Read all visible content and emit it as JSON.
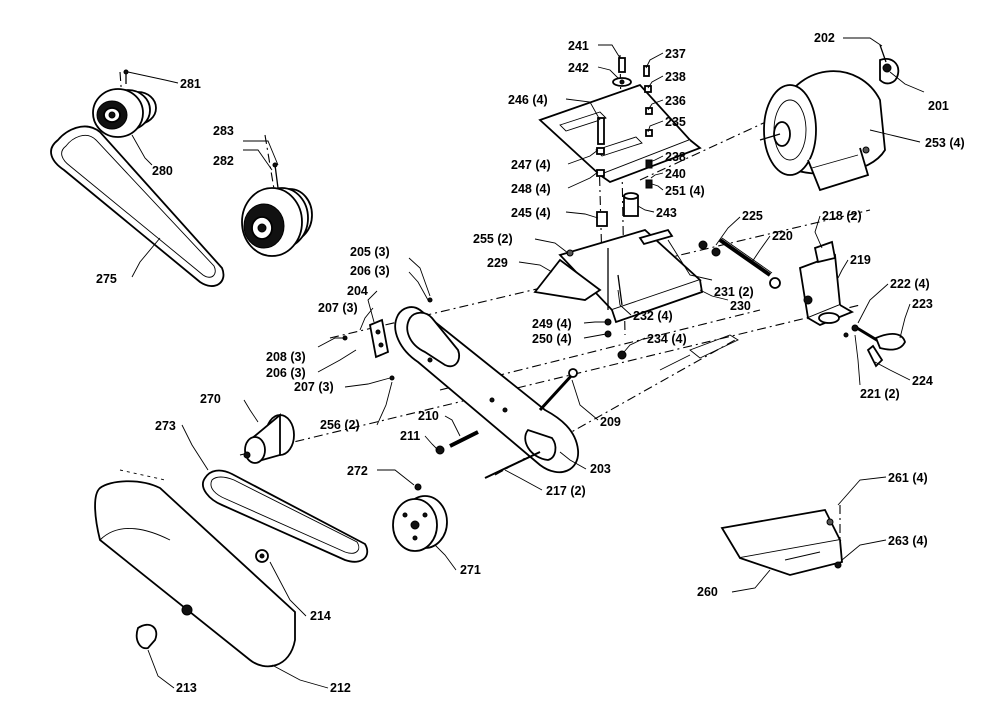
{
  "callouts": {
    "c201": "201",
    "c202": "202",
    "c203": "203",
    "c204": "204",
    "c205": "205 (3)",
    "c206a": "206 (3)",
    "c206b": "206 (3)",
    "c207a": "207 (3)",
    "c207b": "207 (3)",
    "c208": "208 (3)",
    "c209": "209",
    "c210": "210",
    "c211": "211",
    "c212": "212",
    "c213": "213",
    "c214": "214",
    "c217": "217 (2)",
    "c218": "218 (2)",
    "c219": "219",
    "c220": "220",
    "c221": "221 (2)",
    "c222": "222 (4)",
    "c223": "223",
    "c224": "224",
    "c225": "225",
    "c229": "229",
    "c230": "230",
    "c231": "231 (2)",
    "c232": "232 (4)",
    "c234": "234 (4)",
    "c235": "235",
    "c236": "236",
    "c237": "237",
    "c238a": "238",
    "c238b": "238",
    "c240": "240",
    "c241": "241",
    "c242": "242",
    "c243": "243",
    "c245": "245 (4)",
    "c246": "246 (4)",
    "c247": "247 (4)",
    "c248": "248 (4)",
    "c249": "249 (4)",
    "c250": "250 (4)",
    "c251": "251 (4)",
    "c253": "253 (4)",
    "c255": "255 (2)",
    "c256": "256 (2)",
    "c260": "260",
    "c261": "261 (4)",
    "c263": "263 (4)",
    "c270": "270",
    "c271": "271",
    "c272": "272",
    "c273": "273",
    "c275": "275",
    "c280": "280",
    "c281": "281",
    "c282": "282",
    "c283": "283"
  }
}
